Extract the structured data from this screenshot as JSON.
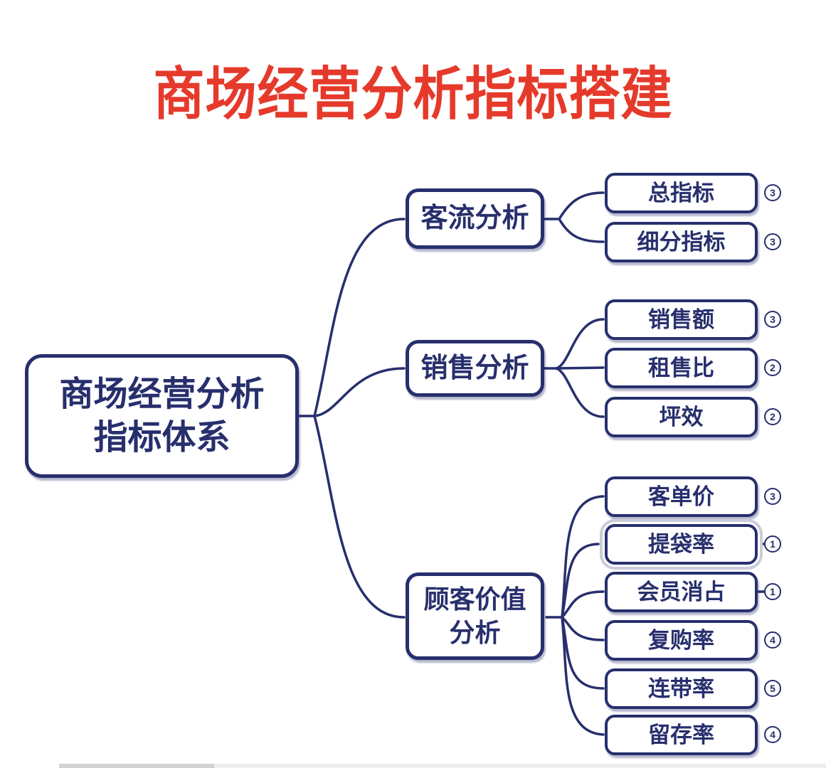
{
  "title": "商场经营分析指标搭建",
  "root": {
    "label": "商场经营分析指标体系",
    "lines": [
      "商场经营分析",
      "指标体系"
    ]
  },
  "branches": [
    {
      "label": "客流分析",
      "children": [
        {
          "label": "总指标",
          "badge": "3"
        },
        {
          "label": "细分指标",
          "badge": "3"
        }
      ]
    },
    {
      "label": "销售分析",
      "children": [
        {
          "label": "销售额",
          "badge": "3"
        },
        {
          "label": "租售比",
          "badge": "2"
        },
        {
          "label": "坪效",
          "badge": "2"
        }
      ]
    },
    {
      "label": "顾客价值分析",
      "lines": [
        "顾客价值",
        "分析"
      ],
      "children": [
        {
          "label": "客单价",
          "badge": "3"
        },
        {
          "label": "提袋率",
          "badge": "1",
          "selected": true
        },
        {
          "label": "会员消占",
          "badge": "1"
        },
        {
          "label": "复购率",
          "badge": "4"
        },
        {
          "label": "连带率",
          "badge": "5"
        },
        {
          "label": "留存率",
          "badge": "4"
        }
      ]
    }
  ],
  "colors": {
    "node_navy": "#272f6d",
    "title_red": "#e53a2b",
    "selection_gray": "#caccd8",
    "progress_track": "#ededed",
    "progress_fill": "#d2d2d2"
  }
}
